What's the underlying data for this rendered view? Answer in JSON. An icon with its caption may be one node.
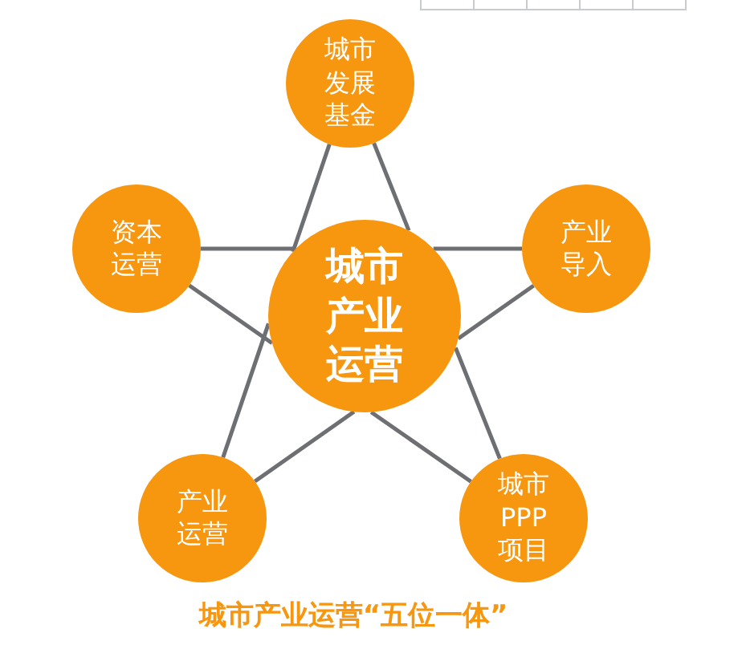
{
  "diagram": {
    "caption": "城市产业运营“五位一体”",
    "nodes": [
      {
        "text": [
          "城市发展基金"
        ]
      },
      {
        "text": [
          "资本运营"
        ]
      },
      {
        "text": [
          "城市产业运营"
        ]
      },
      {
        "text": [
          "产业导入"
        ]
      },
      {
        "text": [
          "产业运营"
        ]
      },
      {
        "text": [
          "城市PPP项目"
        ]
      }
    ],
    "edges": [
      {
        "from": 0,
        "to": 2,
        "arrow": "none"
      },
      {
        "from": 0,
        "to": 2,
        "arrow": "none"
      },
      {
        "from": 1,
        "to": 2,
        "arrow": "none"
      },
      {
        "from": 1,
        "to": 2,
        "arrow": "none"
      },
      {
        "from": 2,
        "to": 3,
        "arrow": "none"
      },
      {
        "from": 2,
        "to": 3,
        "arrow": "none"
      },
      {
        "from": 2,
        "to": 4,
        "arrow": "none"
      },
      {
        "from": 2,
        "to": 4,
        "arrow": "none"
      },
      {
        "from": 2,
        "to": 5,
        "arrow": "none"
      },
      {
        "from": 2,
        "to": 5,
        "arrow": "none"
      }
    ]
  }
}
